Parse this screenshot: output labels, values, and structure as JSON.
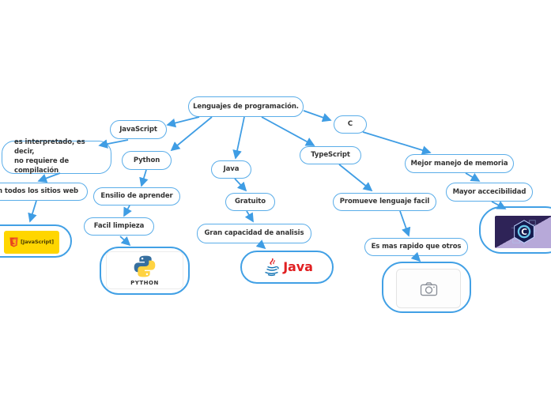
{
  "title": "Lenguajes de programación.",
  "palette": {
    "arrow": "#3f9de4",
    "node_border": "#5aade9",
    "image_node_border": "#41a0e5",
    "text": "#333333",
    "js_badge_background": "#ffd600",
    "java_red": "#e11f21",
    "java_blue": "#1173b4",
    "python_blue": "#366f9f",
    "python_yellow": "#ffd342",
    "c_image_dark": "#2e2357",
    "c_image_light": "#b7a9d9",
    "placeholder_gray": "#8a8f98"
  },
  "icons": {
    "javascript_shield": "orange-shield-icon",
    "python_logo": "python-snakes-icon",
    "java_logo": "java-cup-icon",
    "camera_placeholder": "camera-icon",
    "c_logo": "hexagon-c-icon"
  },
  "nodes": {
    "root": {
      "label": "Lenguajes de programación."
    },
    "javascript": {
      "label": "JavaScript"
    },
    "js_detail1": {
      "label": "es interpretado, es decir,\nno requiere de\ncompilación"
    },
    "js_detail2": {
      "label": "a en todos los sitios web"
    },
    "js_image": {
      "label": "[JavaScript]"
    },
    "python": {
      "label": "Python"
    },
    "py_detail1": {
      "label": "Ensilio de aprender"
    },
    "py_detail2": {
      "label": "Facil limpieza"
    },
    "py_image": {
      "label": "PYTHON"
    },
    "java": {
      "label": "Java"
    },
    "java_detail1": {
      "label": "Gratuito"
    },
    "java_detail2": {
      "label": "Gran capacidad de analisis"
    },
    "java_image": {
      "label": "Java"
    },
    "typescript": {
      "label": "TypeScript"
    },
    "ts_detail1": {
      "label": "Promueve lenguaje facil"
    },
    "ts_detail2": {
      "label": "Es mas rapido que otros"
    },
    "c": {
      "label": "C"
    },
    "c_detail1": {
      "label": "Mejor manejo de memoria"
    },
    "c_detail2": {
      "label": "Mayor accecibilidad"
    },
    "c_image_letter": {
      "label": "C"
    }
  }
}
